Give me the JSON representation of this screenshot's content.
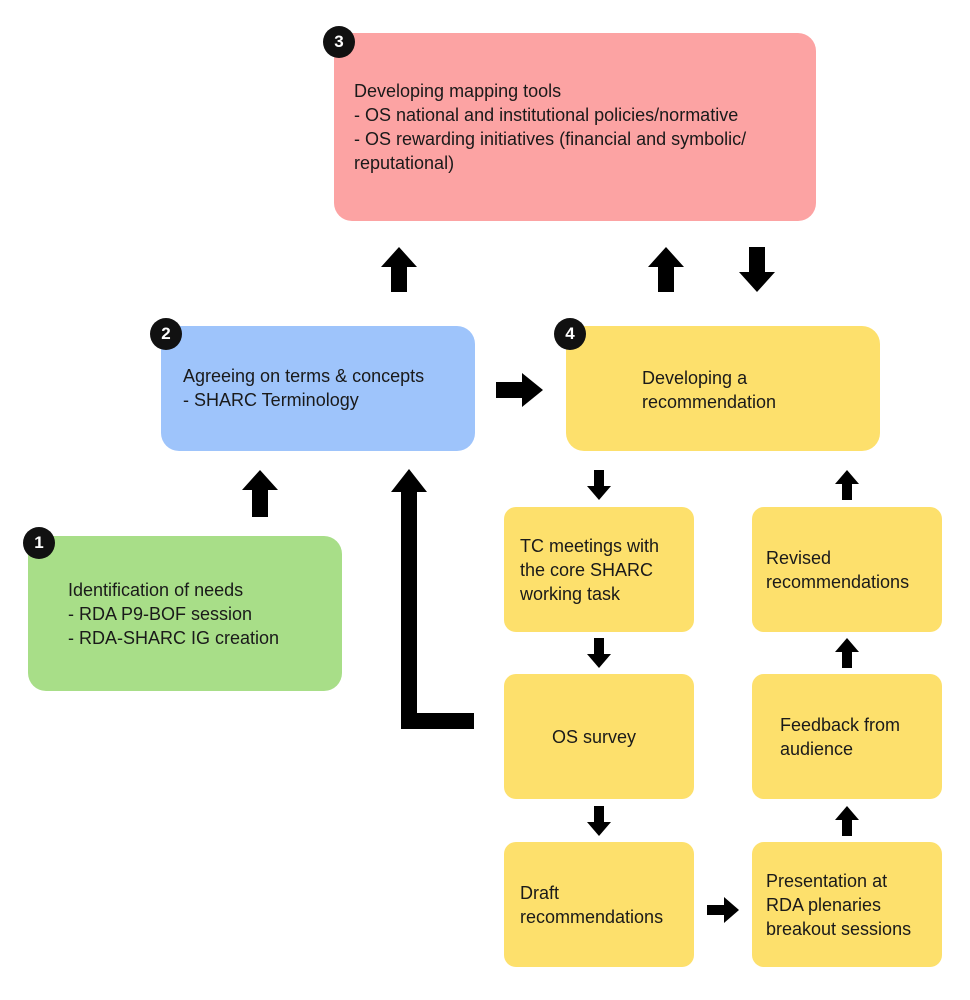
{
  "colors": {
    "step1_fill": "#a8de88",
    "step2_fill": "#9ec4fb",
    "step3_fill": "#fca3a3",
    "step4_fill": "#fde06c",
    "arrow": "#000000",
    "badge": "#111111"
  },
  "steps": {
    "s1": {
      "number": "1",
      "lines": [
        "Identification of needs",
        "- RDA P9-BOF session",
        "- RDA-SHARC IG creation"
      ]
    },
    "s2": {
      "number": "2",
      "lines": [
        "Agreeing on terms & concepts",
        "- SHARC Terminology"
      ]
    },
    "s3": {
      "number": "3",
      "lines": [
        "Developing mapping tools",
        "- OS national and institutional policies/normative",
        "- OS rewarding initiatives (financial and symbolic/",
        "reputational)"
      ]
    },
    "s4": {
      "number": "4",
      "lines": [
        "Developing a",
        "recommendation"
      ]
    }
  },
  "sub_steps": {
    "tc_meetings": {
      "lines": [
        "TC meetings with",
        "the core SHARC",
        "working task"
      ]
    },
    "os_survey": {
      "lines": [
        "OS survey"
      ]
    },
    "draft": {
      "lines": [
        "Draft",
        "recommendations"
      ]
    },
    "presentation": {
      "lines": [
        "Presentation at",
        "RDA plenaries",
        "breakout sessions"
      ]
    },
    "feedback": {
      "lines": [
        "Feedback from",
        "audience"
      ]
    },
    "revised": {
      "lines": [
        "Revised",
        "recommendations"
      ]
    }
  }
}
